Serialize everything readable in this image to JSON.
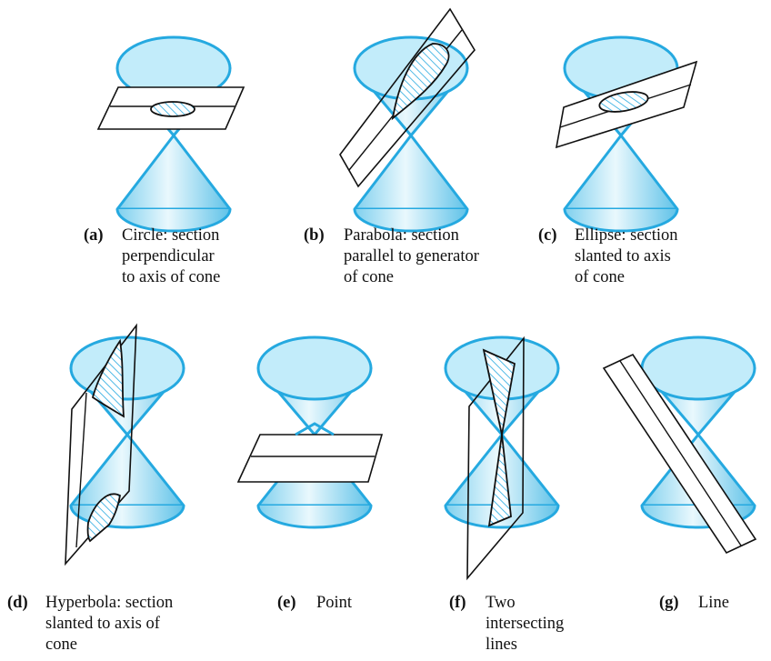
{
  "colors": {
    "cone_fill": "#9fdcf2",
    "cone_outline": "#25a9e0",
    "plane_outline": "#111111",
    "section_hatch": "#25a9e0"
  },
  "panels": [
    {
      "id": "a",
      "tag": "(a)",
      "text": "Circle: section\nperpendicular\nto axis of cone"
    },
    {
      "id": "b",
      "tag": "(b)",
      "text": "Parabola: section\nparallel to generator\nof cone"
    },
    {
      "id": "c",
      "tag": "(c)",
      "text": "Ellipse: section\nslanted to axis\nof cone"
    },
    {
      "id": "d",
      "tag": "(d)",
      "text": "Hyperbola: section\nslanted to axis of\ncone"
    },
    {
      "id": "e",
      "tag": "(e)",
      "text": "Point"
    },
    {
      "id": "f",
      "tag": "(f)",
      "text": "Two\nintersecting\nlines"
    },
    {
      "id": "g",
      "tag": "(g)",
      "text": "Line"
    }
  ]
}
